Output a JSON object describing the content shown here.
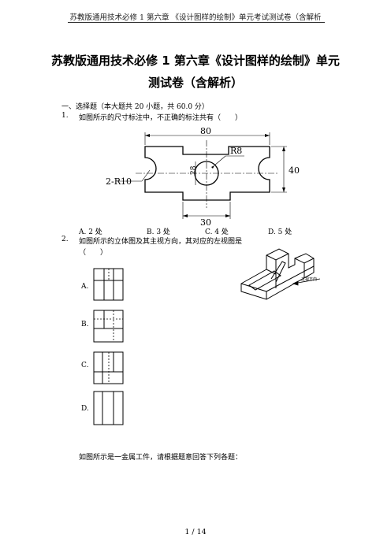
{
  "header": {
    "running_title": "苏教版通用技术必修 1 第六章 《设计图样的绘制》单元考试测试卷（含解析"
  },
  "title": {
    "line1": "苏教版通用技术必修 1 第六章《设计图样的绘制》单元",
    "line2": "测试卷（含解析）"
  },
  "section1": {
    "heading": "一、选择题（本大题共 20 小题，共 60.0 分）"
  },
  "q1": {
    "number": "1.",
    "text": "如图所示的尺寸标注中，不正确的标注共有（　　）",
    "figure_labels": {
      "width": "80",
      "height": "40",
      "bottom": "30",
      "radius_circle": "R8",
      "diameter": "28",
      "radius_sides": "2-R10"
    },
    "options": [
      {
        "label": "A. 2 处"
      },
      {
        "label": "B. 3 处"
      },
      {
        "label": "C. 4 处"
      },
      {
        "label": "D. 5 处"
      }
    ]
  },
  "q2": {
    "number": "2.",
    "text": "如图所示的立体图及其主视方向，其对应的左视图是",
    "blank": "（　　）",
    "direction_label": "主视方向",
    "options": [
      {
        "label": "A."
      },
      {
        "label": "B."
      },
      {
        "label": "C."
      },
      {
        "label": "D."
      }
    ]
  },
  "q3_intro": {
    "text": "如图所示是一金属工件，请根据题意回答下列各题："
  },
  "footer": {
    "page": "1 / 14"
  }
}
